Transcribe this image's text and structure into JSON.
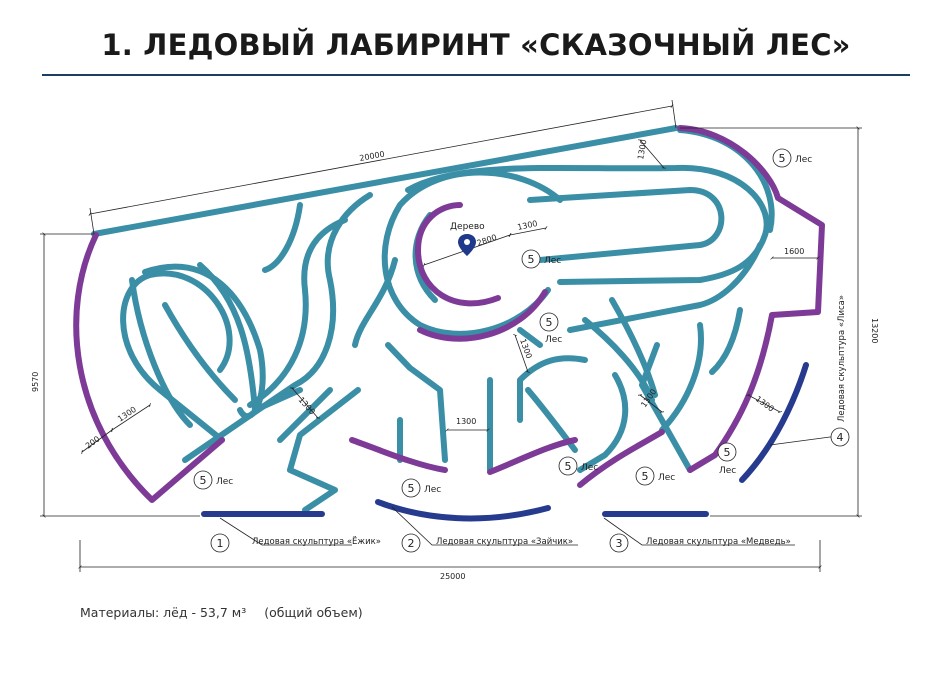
{
  "title": "1. ЛЕДОВЫЙ ЛАБИРИНТ «СКАЗОЧНЫЙ ЛЕС»",
  "colors": {
    "path": "#3a8ea6",
    "forest": "#7d3b97",
    "sculpture": "#263a8e",
    "rule": "#1b3f63"
  },
  "dimensions": {
    "top_length": "20000",
    "total_width": "25000",
    "left_height": "9570",
    "right_height": "13200",
    "right_offset": "1600",
    "path_1300": "1300",
    "wall_200": "200",
    "tree_diameter": "2800"
  },
  "tree": {
    "label": "Дерево",
    "icon": "location-pin-icon"
  },
  "forest": {
    "number": "5",
    "label": "Лес"
  },
  "sculptures": [
    {
      "number": "1",
      "label": "Ледовая скульптура «Ёжик»"
    },
    {
      "number": "2",
      "label": "Ледовая скульптура «Зайчик»"
    },
    {
      "number": "3",
      "label": "Ледовая скульптура «Медведь»"
    },
    {
      "number": "4",
      "label": "Ледовая скульптура «Лиса»"
    }
  ],
  "materials": {
    "text": "Материалы: лёд -  53,7 м³",
    "note": "(общий объем)"
  }
}
